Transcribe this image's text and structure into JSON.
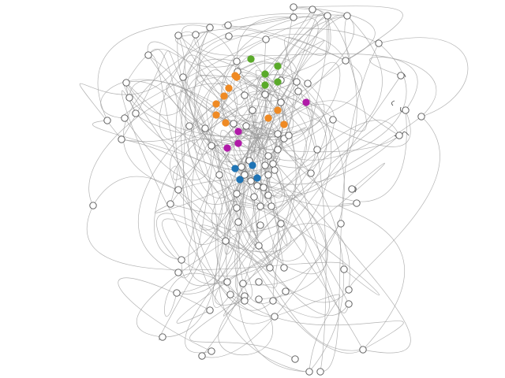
{
  "graph": {
    "colors": {
      "background": "#ffffff",
      "edge": "#9a9a9a",
      "node_fill": "#ffffff",
      "node_stroke": "#555555",
      "green": "#5aaa2a",
      "orange": "#ef8a24",
      "purple": "#b01aa8",
      "blue": "#1f74b5"
    },
    "cluster_counts": {
      "green": 5,
      "orange": 10,
      "purple": 4,
      "blue": 4
    }
  }
}
